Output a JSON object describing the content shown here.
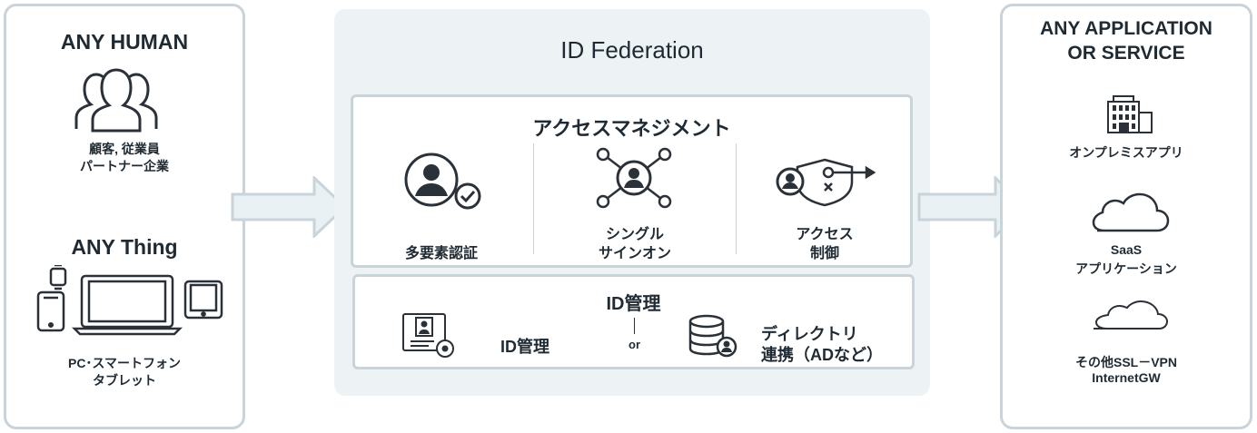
{
  "left_panel": {
    "human_title": "ANY HUMAN",
    "human_caption_1": "顧客, 従業員",
    "human_caption_2": "パートナー企業",
    "thing_title": "ANY Thing",
    "thing_caption_1": "PC･スマートフォン",
    "thing_caption_2": "タブレット"
  },
  "center_panel": {
    "title": "ID Federation",
    "access": {
      "title": "アクセスマネジメント",
      "mfa_label": "多要素認証",
      "sso_label_1": "シングル",
      "sso_label_2": "サインオン",
      "ac_label_1": "アクセス",
      "ac_label_2": "制御"
    },
    "idm": {
      "title": "ID管理",
      "item_label": "ID管理",
      "or_label": "or",
      "dir_label_1": "ディレクトリ",
      "dir_label_2": "連携（ADなど）"
    }
  },
  "right_panel": {
    "title_1": "ANY APPLICATION",
    "title_2": "OR SERVICE",
    "onprem_label": "オンプレミスアプリ",
    "saas_label_1": "SaaS",
    "saas_label_2": "アプリケーション",
    "other_label_1": "その他SSL－VPN",
    "other_label_2": "InternetGW"
  },
  "colors": {
    "panel_border": "#c9d3da",
    "center_bg": "#edf2f5",
    "arrow_fill": "#eaf1f4",
    "icon_dark": "#2b3138"
  },
  "icons": [
    "people-group-icon",
    "watch-icon",
    "smartphone-icon",
    "laptop-icon",
    "tablet-icon",
    "user-check-icon",
    "network-user-icon",
    "shield-user-icon",
    "id-card-icon",
    "database-user-icon",
    "building-icon",
    "cloud-icon",
    "cloud-small-icon",
    "right-arrow-icon"
  ]
}
